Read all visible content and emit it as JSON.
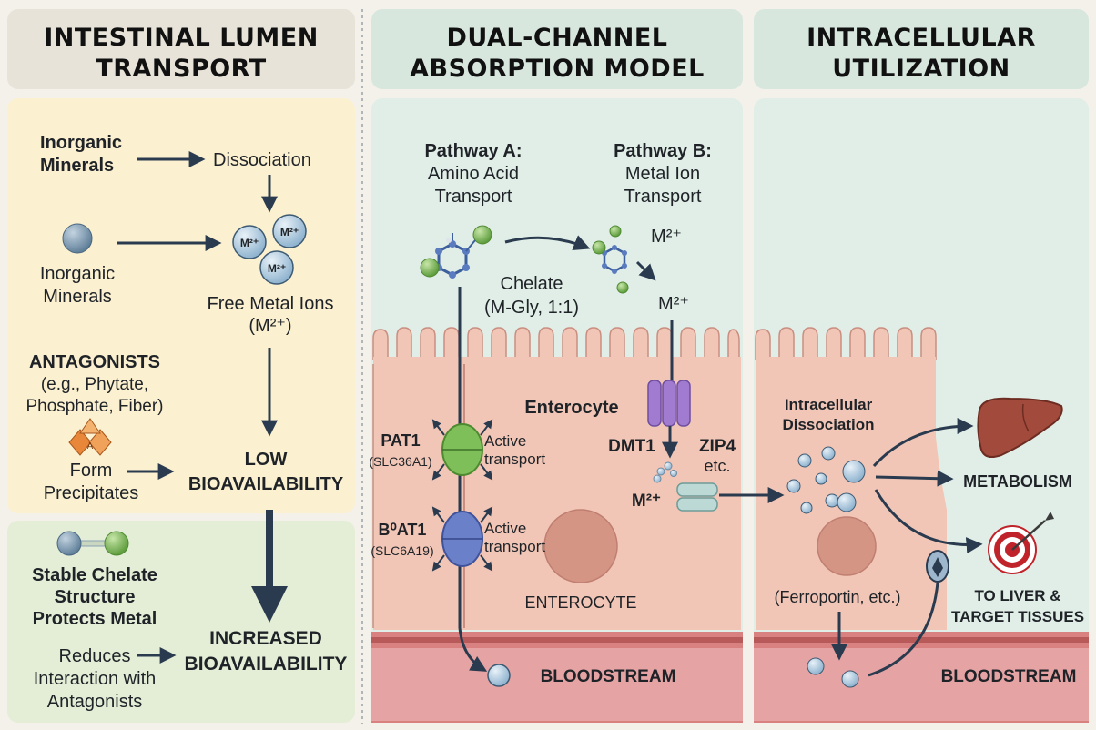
{
  "headers": {
    "left": [
      "INTESTINAL LUMEN",
      "TRANSPORT"
    ],
    "middle": [
      "DUAL-CHANNEL",
      "ABSORPTION MODEL"
    ],
    "right": [
      "INTRACELLULAR",
      "UTILIZATION"
    ]
  },
  "lumen": {
    "inorganic_bold": [
      "Inorganic",
      "Minerals"
    ],
    "dissociation": "Dissociation",
    "inorganic_plain": [
      "Inorganic",
      "Minerals"
    ],
    "ion": "M²⁺",
    "free_ions": [
      "Free Metal Ions",
      "(M²⁺)"
    ],
    "antagonists_title": "ANTAGONISTS",
    "antagonists_list": [
      "(e.g., Phytate,",
      "Phosphate, Fiber)"
    ],
    "precipitates": [
      "Form",
      "Precipitates"
    ],
    "low": [
      "LOW",
      "BIOAVAILABILITY"
    ],
    "chelate_protect": [
      "Stable Chelate",
      "Structure",
      "Protects Metal"
    ],
    "reduces": [
      "Reduces",
      "Interaction with",
      "Antagonists"
    ],
    "increased": [
      "INCREASED",
      "BIOAVAILABILITY"
    ]
  },
  "absorption": {
    "pathway_a": [
      "Pathway A:",
      "Amino Acid",
      "Transport"
    ],
    "pathway_b": [
      "Pathway B:",
      "Metal Ion",
      "Transport"
    ],
    "chelate": [
      "Chelate",
      "(M-Gly, 1:1)"
    ],
    "ion_top": "M²⁺",
    "ion_mid": "M²⁺",
    "ion_low": "M²⁺",
    "enterocyte_title": "Enterocyte",
    "pat1": [
      "PAT1",
      "(SLC36A1)"
    ],
    "b0at1": [
      "B⁰AT1",
      "(SLC6A19)"
    ],
    "active_transport": [
      "Active",
      "transport"
    ],
    "dmt1": "DMT1",
    "zip4": [
      "ZIP4",
      "etc."
    ],
    "enterocyte_label": "ENTEROCYTE",
    "bloodstream": "BLOODSTREAM"
  },
  "utilization": {
    "dissociation": [
      "Intracellular",
      "Dissociation"
    ],
    "metabolism": "METABOLISM",
    "targets": [
      "TO LIVER &",
      "TARGET TISSUES"
    ],
    "ferroportin": "(Ferroportin, etc.)",
    "bloodstream": "BLOODSTREAM"
  },
  "icons": [
    "mineral-sphere-icon",
    "precipitate-icon",
    "chelate-dumbbell-icon",
    "glycine-ring-icon",
    "liver-icon",
    "target-icon",
    "ferroportin-icon"
  ],
  "colors": {
    "lumen_top": "#fbf0cf",
    "lumen_bottom": "#e4eed7",
    "middle_bg": "#e1eee7",
    "cell": "#f2c6b6",
    "blood": "#cf6d6d",
    "arrow": "#2a3b4f",
    "pat1_green": "#7fbf5a",
    "b0at1_blue": "#6a80c8",
    "dmt1_purple": "#a07bd0"
  }
}
